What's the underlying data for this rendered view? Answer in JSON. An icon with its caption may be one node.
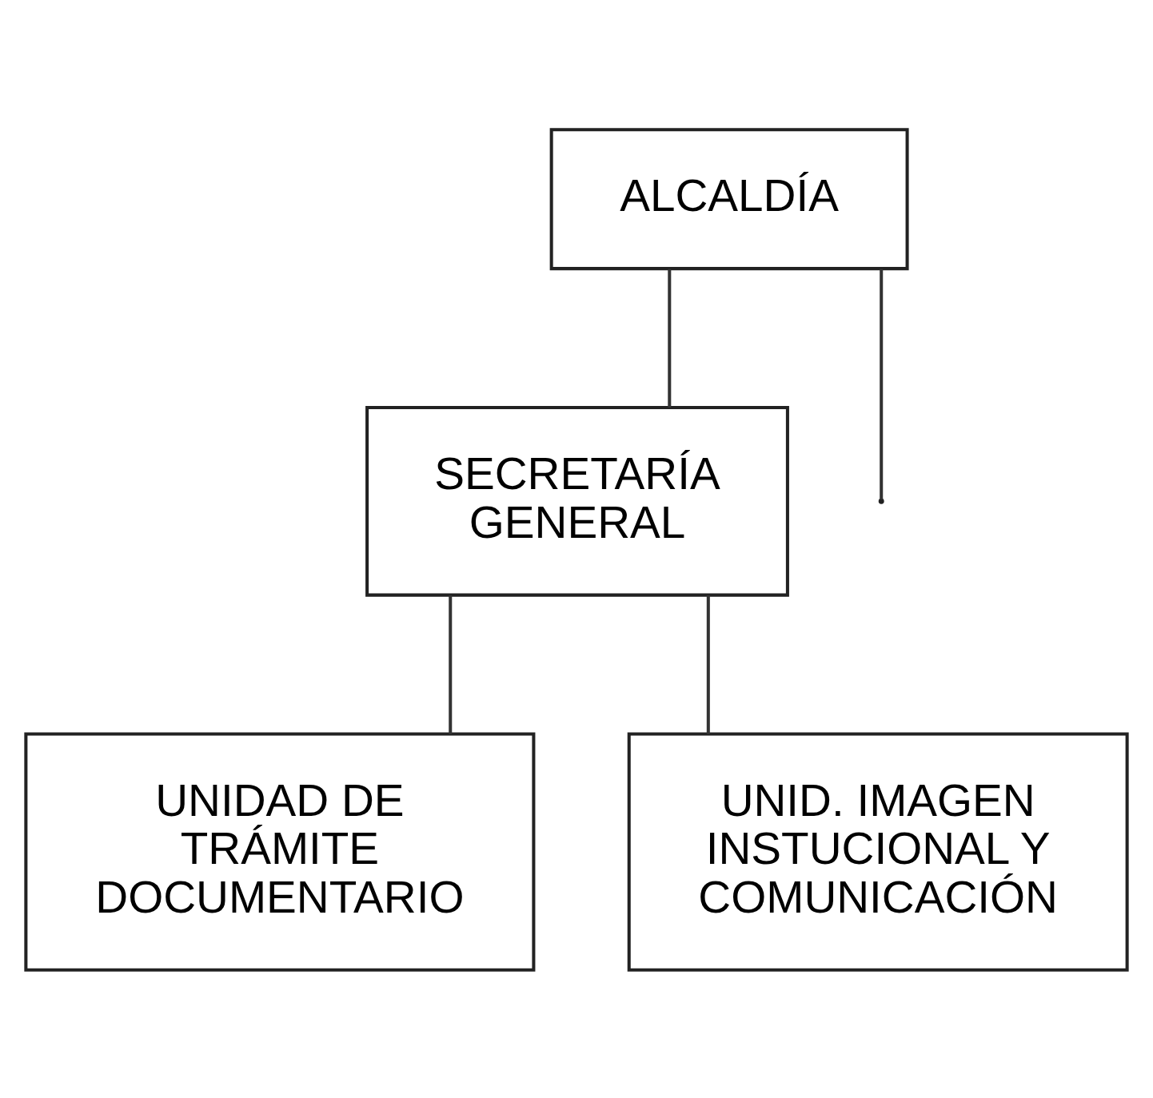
{
  "diagram": {
    "nodes": [
      {
        "text": [
          "ALCALDÍA"
        ]
      },
      {
        "text": [
          "SECRETARÍA GENERAL"
        ]
      },
      {
        "text": [
          "UNIDAD DE TRÁMITE DOCUMENTARIO"
        ]
      },
      {
        "text": [
          "UNID. IMAGEN INSTUCIONAL Y COMUNICACIÓN"
        ]
      }
    ],
    "edges": [
      {
        "from": 0,
        "to": 1,
        "arrow": "none"
      },
      {
        "from": 0,
        "to": null,
        "arrow": "none"
      },
      {
        "from": 1,
        "to": 2,
        "arrow": "none"
      },
      {
        "from": 1,
        "to": 3,
        "arrow": "none"
      }
    ]
  }
}
